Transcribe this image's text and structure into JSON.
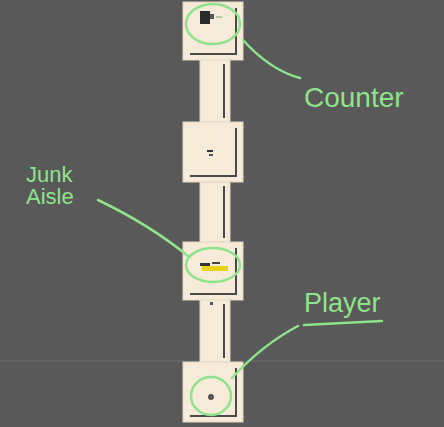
{
  "diagram": {
    "labels": [
      "Counter",
      "Junk Aisle",
      "Player"
    ]
  }
}
